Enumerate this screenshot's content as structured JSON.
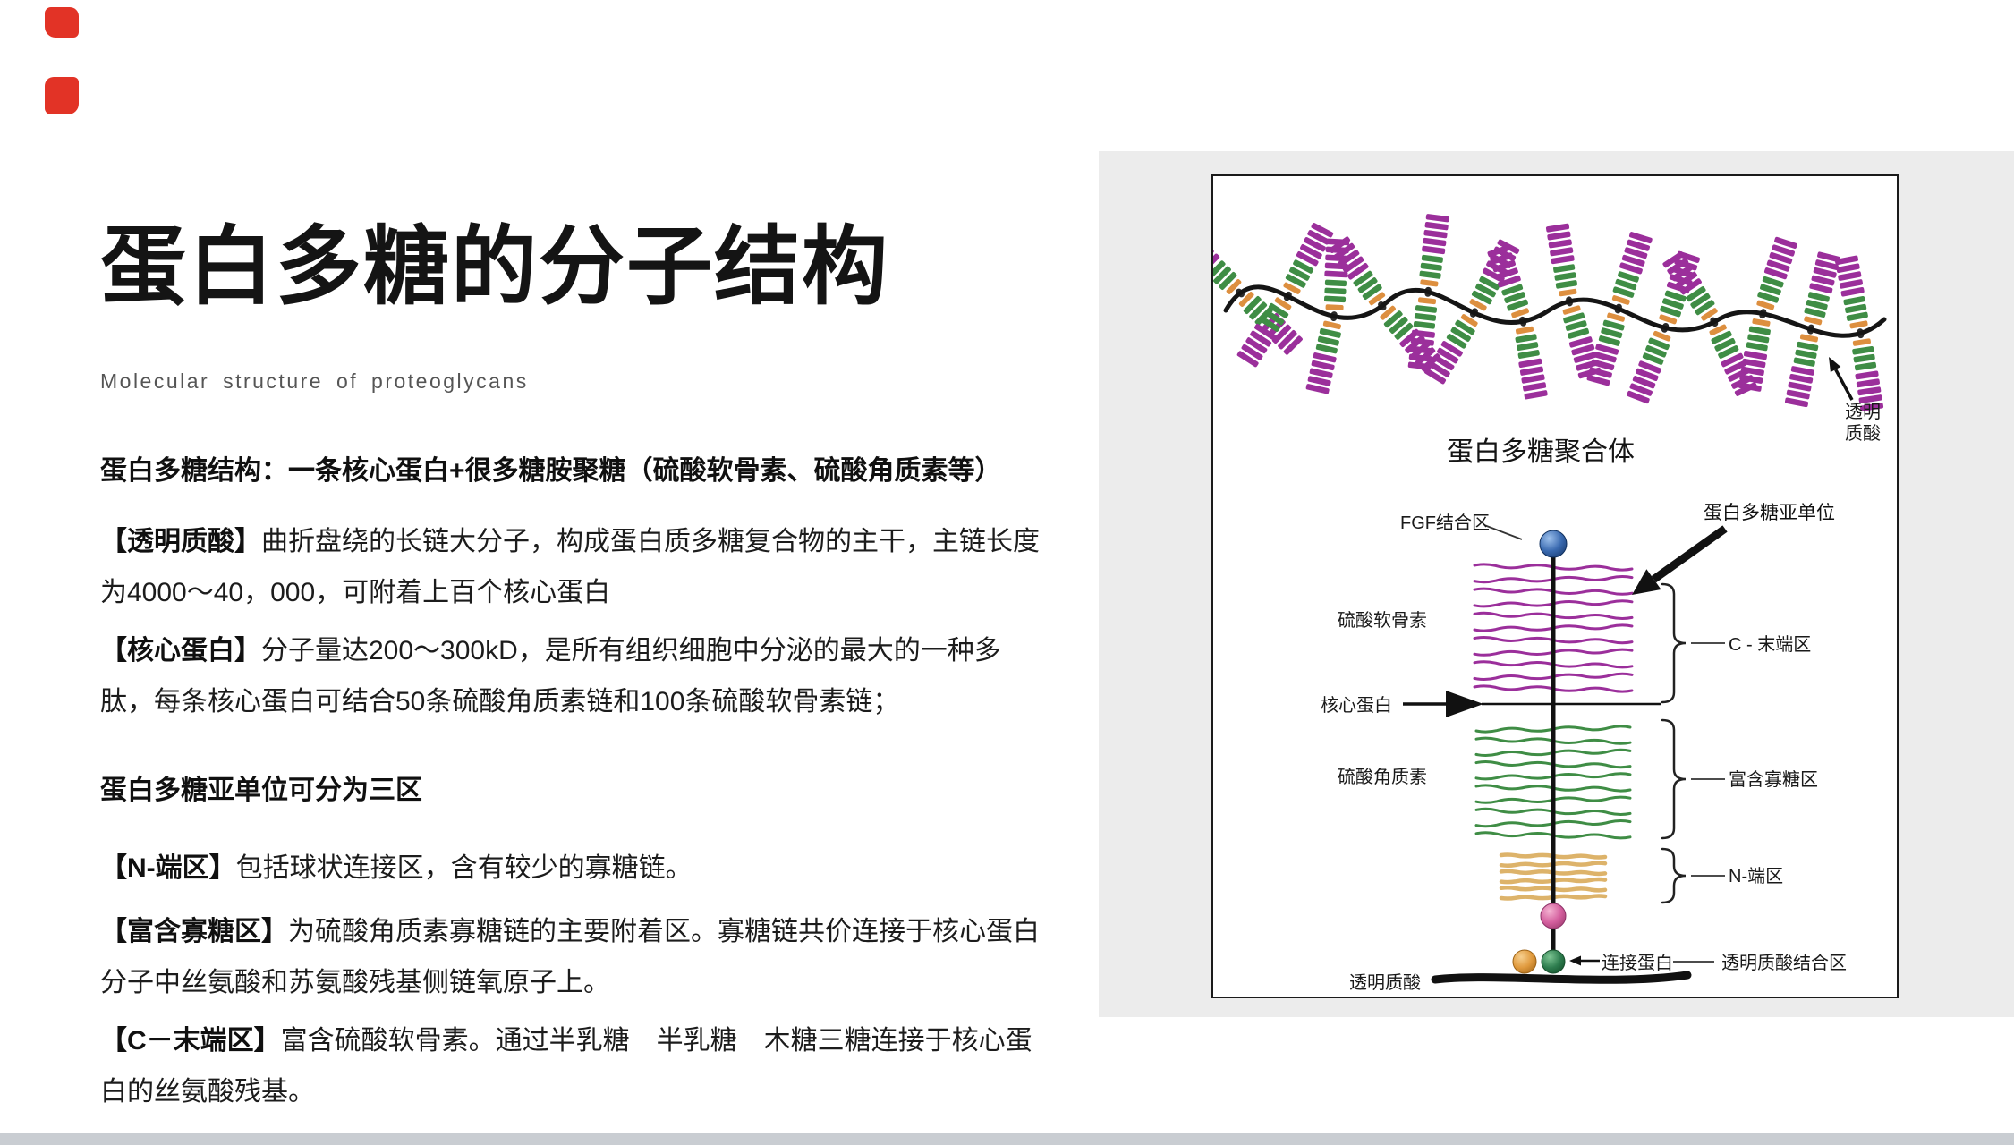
{
  "header": {
    "title": "蛋白多糖的分子结构",
    "subtitle": "Molecular structure of proteoglycans"
  },
  "content": {
    "intro": "蛋白多糖结构：一条核心蛋白+很多糖胺聚糖（硫酸软骨素、硫酸角质素等）",
    "paragraphs": [
      {
        "term": "【透明质酸】",
        "text": "曲折盘绕的长链大分子，构成蛋白质多糖复合物的主干，主链长度为4000～40，000，可附着上百个核心蛋白"
      },
      {
        "term": "【核心蛋白】",
        "text": "分子量达200～300kD，是所有组织细胞中分泌的最大的一种多肽，每条核心蛋白可结合50条硫酸角质素链和100条硫酸软骨素链；"
      }
    ],
    "subheading": "蛋白多糖亚单位可分为三区",
    "zones": [
      {
        "term": "【N-端区】",
        "text": "包括球状连接区，含有较少的寡糖链。"
      },
      {
        "term": "【富含寡糖区】",
        "text": "为硫酸角质素寡糖链的主要附着区。寡糖链共价连接于核心蛋白分子中丝氨酸和苏氨酸残基侧链氧原子上。"
      },
      {
        "term": "【C－末端区】",
        "text": "富含硫酸软骨素。通过半乳糖　半乳糖　木糖三糖连接于核心蛋白的丝氨酸残基。"
      }
    ]
  },
  "diagram": {
    "aggregate_label": "蛋白多糖聚合体",
    "labels": {
      "hyaluronic_top_line1": "透明",
      "hyaluronic_top_line2": "质酸",
      "subunit": "蛋白多糖亚单位",
      "fgf_region": "FGF结合区",
      "chondroitin_sulfate": "硫酸软骨素",
      "core_protein": "核心蛋白",
      "keratan_sulfate": "硫酸角质素",
      "hyaluronic_bottom": "透明质酸",
      "link_protein": "连接蛋白",
      "c_terminal_region": "C - 末端区",
      "oligosaccharide_rich_region": "富含寡糖区",
      "n_terminal_region": "N-端区",
      "ha_binding_region": "透明质酸结合区"
    },
    "colors": {
      "chain_purple": "#9b2f9b",
      "chain_green": "#3f8d45",
      "oligo_tan": "#ddb36a",
      "brush_orange": "#dd8f3f",
      "blue_ball": "#3a6ab0",
      "pink_ball": "#d45f9e",
      "green_ball": "#2e7d4f",
      "orange_ball": "#e09a3e",
      "backbone_black": "#111111"
    }
  }
}
